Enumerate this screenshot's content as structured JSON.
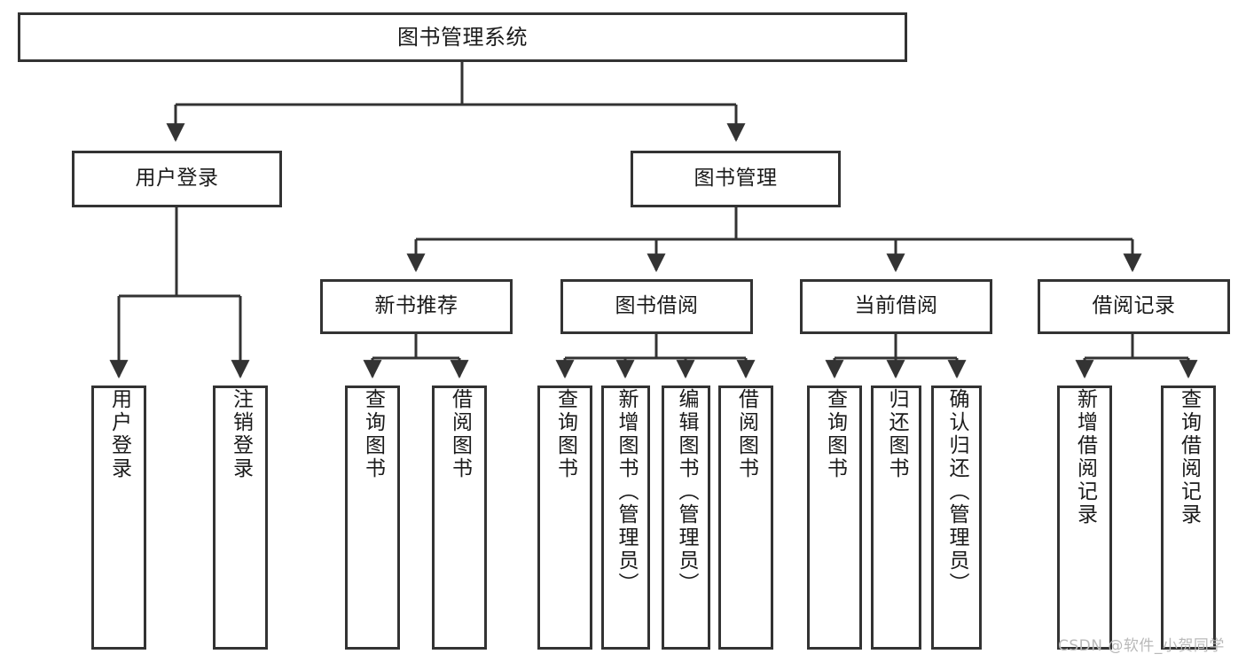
{
  "diagram": {
    "title": "图书管理系统",
    "type": "tree-hierarchy",
    "watermark": "CSDN @软件_小贺同学",
    "colors": {
      "box_border": "#333333",
      "box_fill": "#ffffff",
      "connector": "#333333",
      "text": "#1a1a1a",
      "watermark": "#b9b9b9",
      "background": "#ffffff"
    },
    "nodes": {
      "root": {
        "label": "图书管理系统"
      },
      "level2": [
        {
          "label": "用户登录"
        },
        {
          "label": "图书管理"
        }
      ],
      "level3": [
        {
          "label": "新书推荐"
        },
        {
          "label": "图书借阅"
        },
        {
          "label": "当前借阅"
        },
        {
          "label": "借阅记录"
        }
      ],
      "leaves_user_login": [
        {
          "label": "用户登录"
        },
        {
          "label": "注销登录"
        }
      ],
      "leaves_new_book": [
        {
          "label": "查询图书"
        },
        {
          "label": "借阅图书"
        }
      ],
      "leaves_borrow": [
        {
          "label": "查询图书"
        },
        {
          "label": "新增图书（管理员）"
        },
        {
          "label": "编辑图书（管理员）"
        },
        {
          "label": "借阅图书"
        }
      ],
      "leaves_current": [
        {
          "label": "查询图书"
        },
        {
          "label": "归还图书"
        },
        {
          "label": "确认归还（管理员）"
        }
      ],
      "leaves_record": [
        {
          "label": "新增借阅记录"
        },
        {
          "label": "查询借阅记录"
        }
      ]
    }
  }
}
